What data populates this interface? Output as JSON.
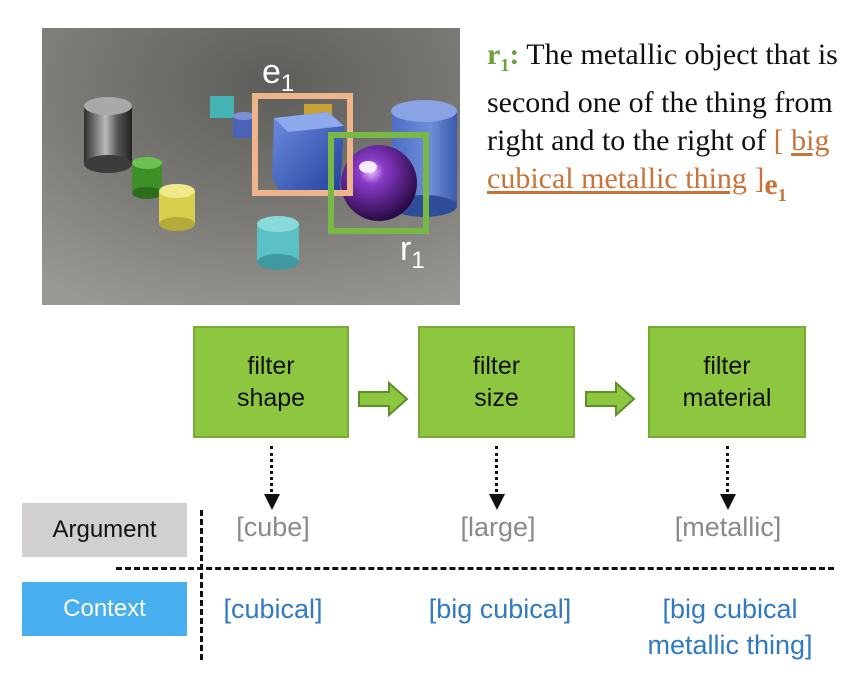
{
  "image": {
    "entity_label": "e",
    "entity_sub": "1",
    "referent_label": "r",
    "referent_sub": "1"
  },
  "caption": {
    "r_label": "r",
    "r_sub": "1",
    "colon": ":",
    "text": " The metallic object that is second one of the thing from right and to the right of ",
    "open_bracket": "[ ",
    "entity_phrase": "big cubical metallic thing",
    "close_bracket": " ]",
    "e_label": "e",
    "e_sub": "1"
  },
  "modules": [
    {
      "line1": "filter",
      "line2": "shape",
      "argument": "[cube]",
      "context_line1": "[cubical]",
      "context_line2": ""
    },
    {
      "line1": "filter",
      "line2": "size",
      "argument": "[large]",
      "context_line1": "[big cubical]",
      "context_line2": ""
    },
    {
      "line1": "filter",
      "line2": "material",
      "argument": "[metallic]",
      "context_line1": "[big cubical",
      "context_line2": "metallic thing]"
    }
  ],
  "rows": {
    "argument_label": "Argument",
    "context_label": "Context"
  },
  "colors": {
    "module_fill": "#8dc63f",
    "entity_box": "#f0b48a",
    "referent_box": "#78b845",
    "context_tag": "#47aef0",
    "argument_tag": "#d1cfcf",
    "context_text": "#2f7ac3",
    "argument_text": "#8a8a8a"
  }
}
